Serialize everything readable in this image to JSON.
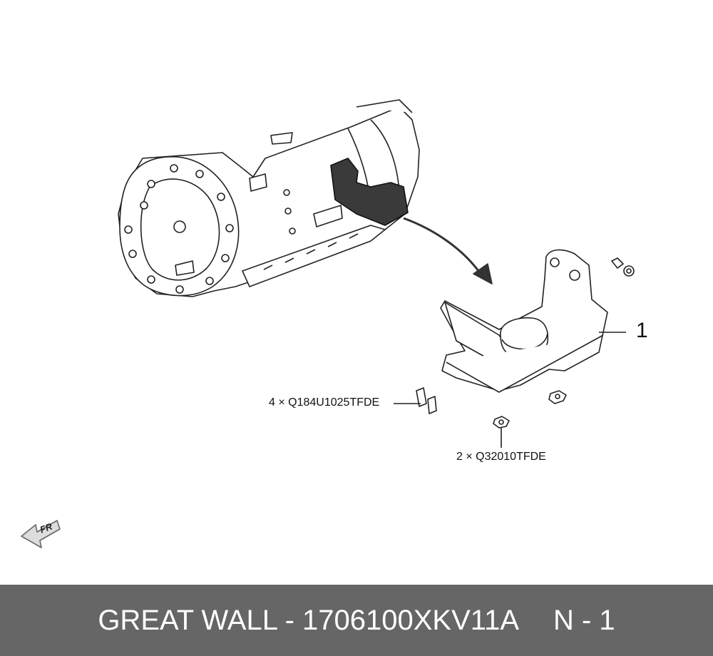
{
  "callouts": {
    "main_part": "1",
    "bolt": "4 × Q184U1025TFDE",
    "nut": "2 × Q32010TFDE"
  },
  "orientation": {
    "label": "FR"
  },
  "footer": {
    "brand_part": "GREAT WALL - 1706100XKV11A",
    "page": "N - 1"
  },
  "colors": {
    "footer_bg": "#666666",
    "footer_text": "#ffffff",
    "line": "#111111",
    "highlight": "#333333"
  }
}
